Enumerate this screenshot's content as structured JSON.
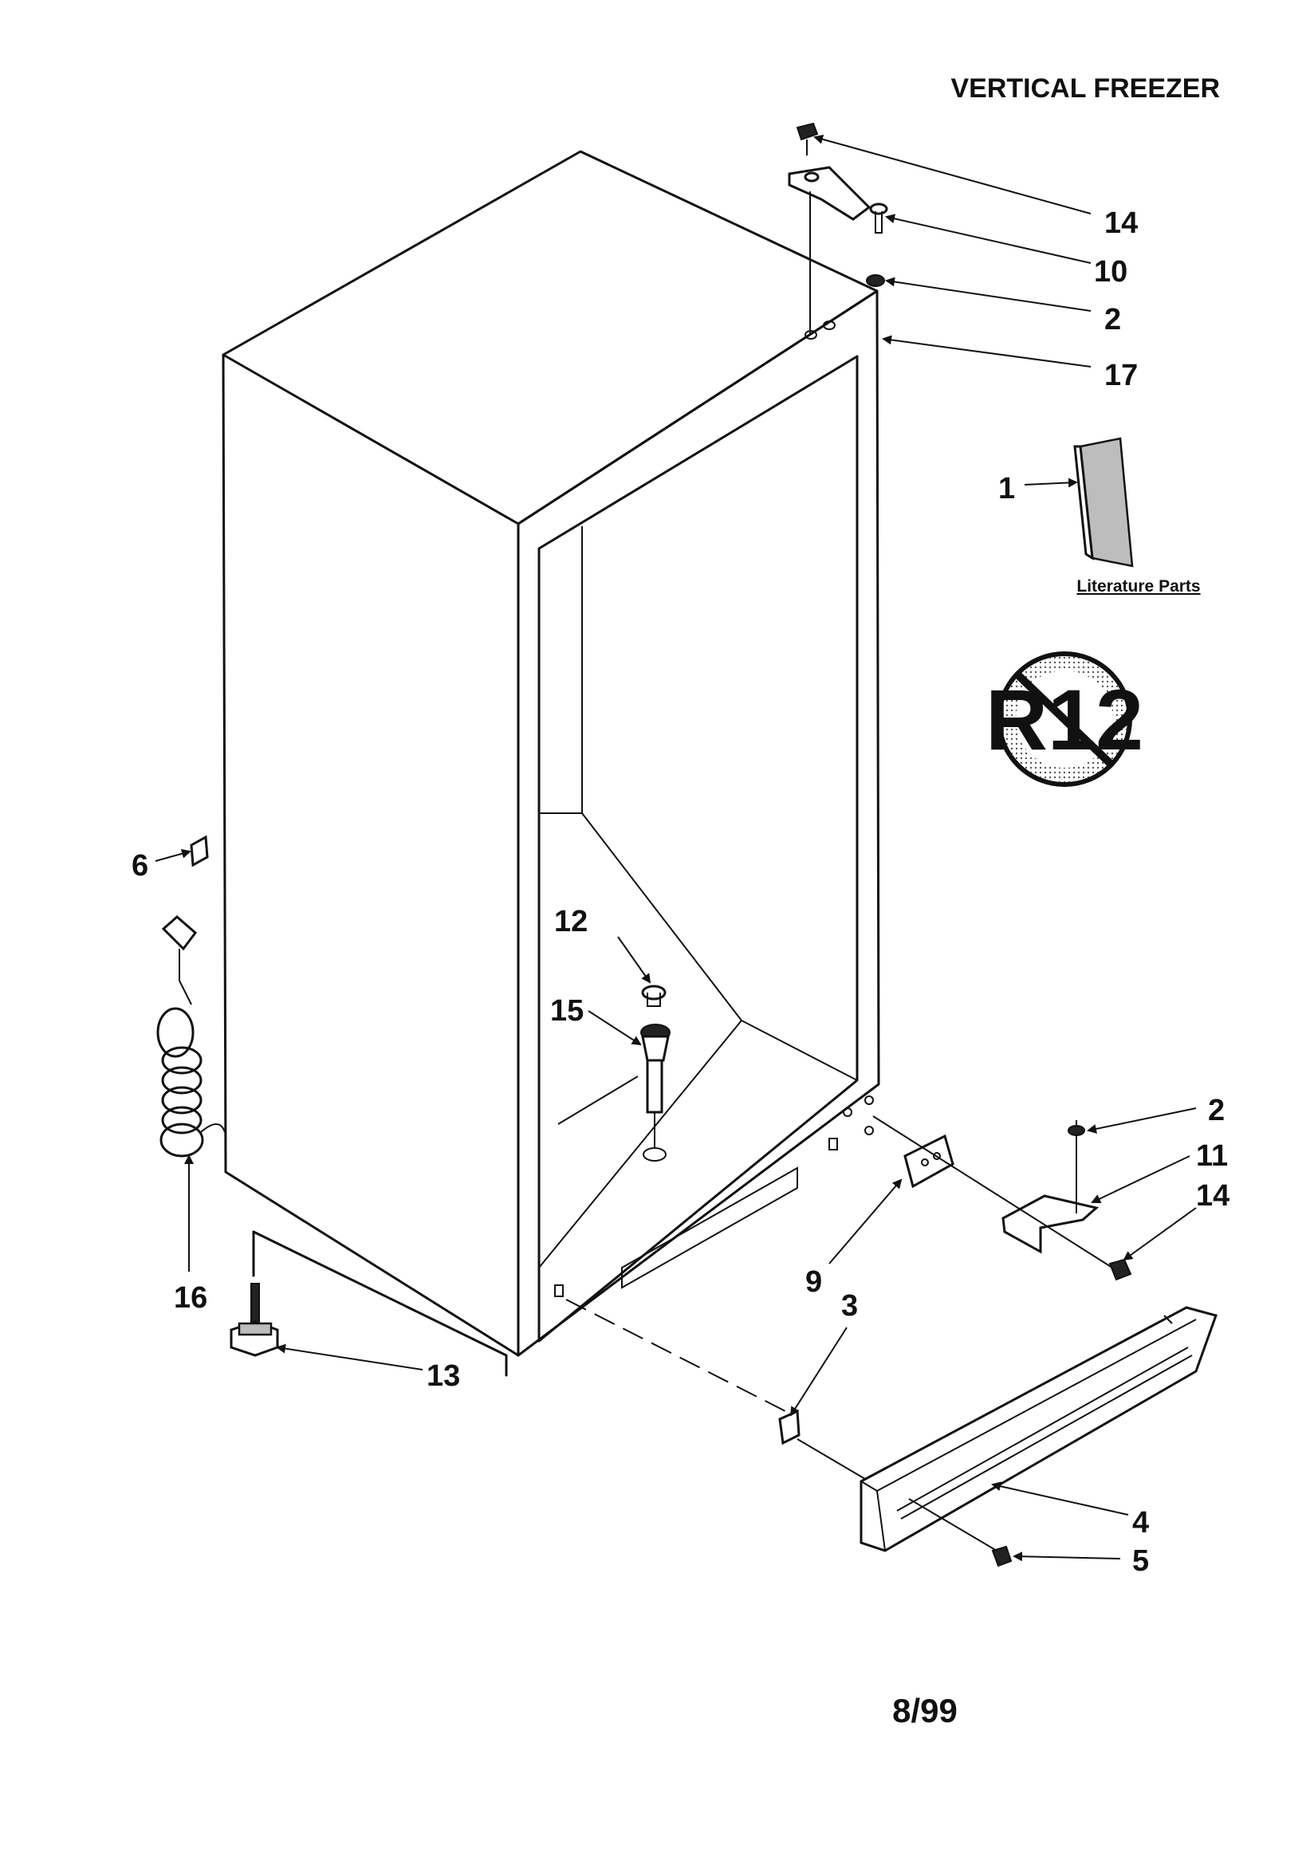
{
  "title": "VERTICAL FREEZER",
  "literature_label": "Literature Parts",
  "badge_text": "R12",
  "date": "8/99",
  "callouts": {
    "c14_top": "14",
    "c10": "10",
    "c2_top": "2",
    "c17": "17",
    "c1": "1",
    "c6": "6",
    "c12": "12",
    "c15": "15",
    "c16": "16",
    "c13": "13",
    "c2_bottom": "2",
    "c11": "11",
    "c14_bottom": "14",
    "c9": "9",
    "c3": "3",
    "c4": "4",
    "c5": "5"
  }
}
